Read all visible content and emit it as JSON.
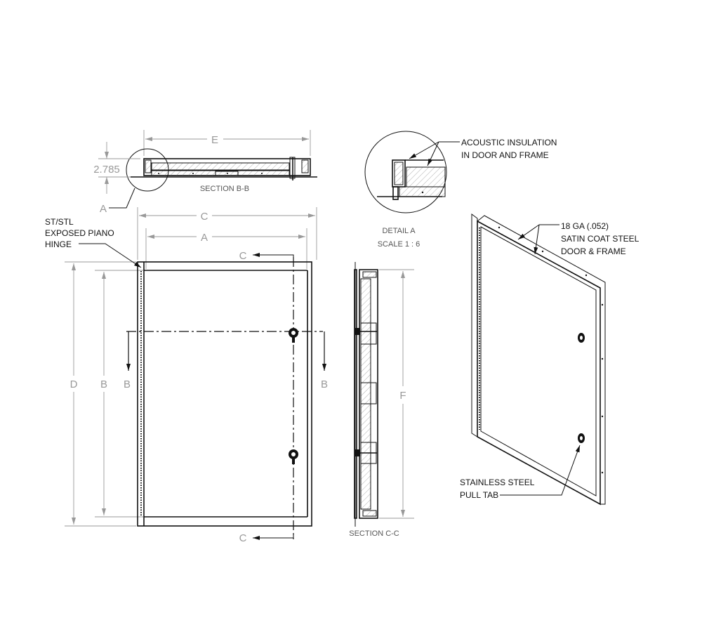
{
  "dimensions": {
    "a": "A",
    "b": "B",
    "c": "C",
    "d": "D",
    "e": "E",
    "f": "F",
    "depth": "2.785"
  },
  "section_bb": {
    "title": "SECTION B-B",
    "cut_label": "B"
  },
  "section_cc": {
    "title": "SECTION C-C",
    "cut_label": "C"
  },
  "detail_a": {
    "title": "DETAIL A",
    "scale": "SCALE 1 : 6",
    "callout": "A"
  },
  "callouts": {
    "hinge": [
      "ST/STL",
      "EXPOSED PIANO",
      "HINGE"
    ],
    "insulation": [
      "ACOUSTIC INSULATION",
      "IN DOOR AND FRAME"
    ],
    "steel": [
      "18 GA (.052)",
      "SATIN COAT STEEL",
      "DOOR & FRAME"
    ],
    "pull_tab": [
      "STAINLESS STEEL",
      "PULL TAB"
    ]
  }
}
